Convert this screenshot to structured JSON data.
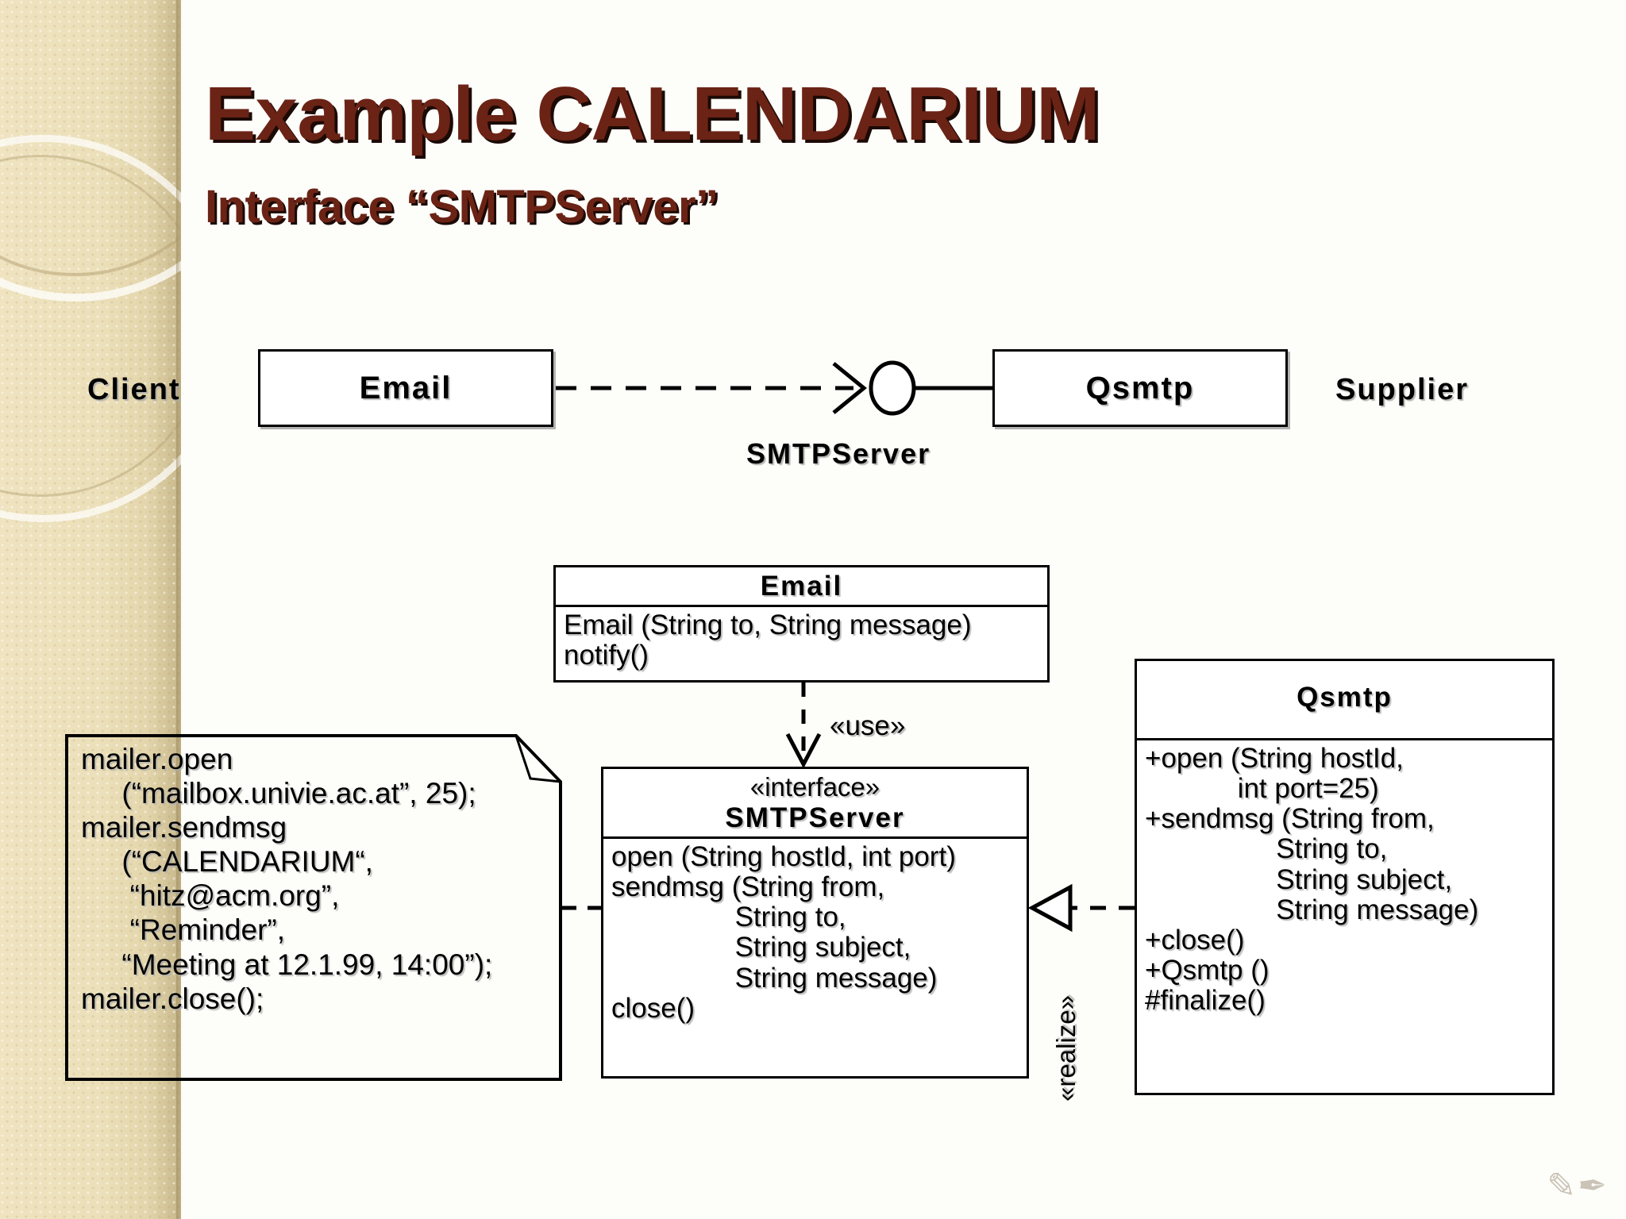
{
  "slide": {
    "title": "Example CALENDARIUM",
    "subtitle": "Interface “SMTPServer”",
    "title_color": "#6b2315",
    "background_color": "#fdfdfa",
    "band_color": "#ece0ba"
  },
  "collaboration": {
    "client_label": "Client",
    "supplier_label": "Supplier",
    "client_box_title": "Email",
    "supplier_box_title": "Qsmtp",
    "interface_label": "SMTPServer"
  },
  "note": {
    "lines": [
      "mailer.open",
      "     (“mailbox.univie.ac.at”, 25);",
      "mailer.sendmsg",
      "     (“CALENDARIUM“,",
      "      “hitz@acm.org”,",
      "      “Reminder”,",
      "     “Meeting at 12.1.99, 14:00”);",
      "mailer.close();"
    ]
  },
  "classes": {
    "email": {
      "name": "Email",
      "stereotype": "",
      "members": [
        "Email (String to, String message)",
        "notify()"
      ]
    },
    "smtpserver": {
      "name": "SMTPServer",
      "stereotype": "«interface»",
      "members": [
        "open (String hostId, int port)",
        "sendmsg (String from,",
        "                String to,",
        "                String subject,",
        "                String message)",
        "close()"
      ]
    },
    "qsmtp": {
      "name": "Qsmtp",
      "stereotype": "",
      "members": [
        "+open (String hostId,",
        "            int port=25)",
        "+sendmsg (String from,",
        "                 String to,",
        "                 String subject,",
        "                 String message)",
        "+close()",
        "+Qsmtp ()",
        "#finalize()"
      ]
    }
  },
  "relations": {
    "use_label": "«use»",
    "realize_label": "«realize»"
  },
  "decoration": {
    "pen_icons": "✎✒"
  }
}
